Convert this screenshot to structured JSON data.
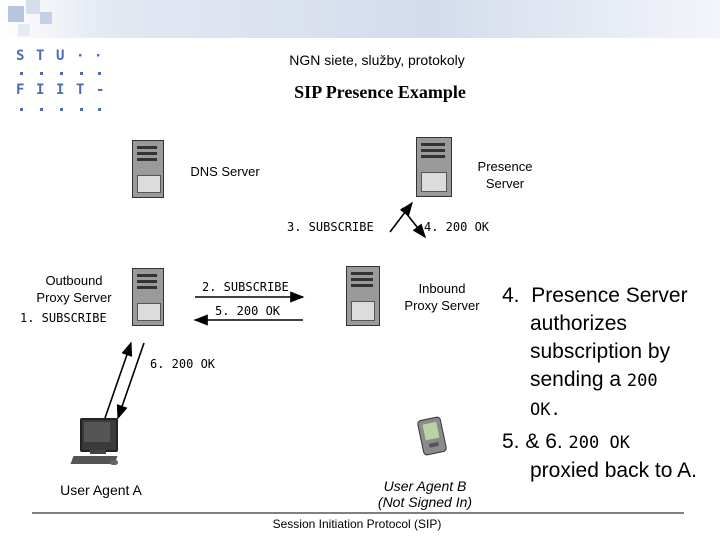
{
  "header": {
    "course_title": "NGN siete, služby, protokoly",
    "slide_title": "SIP Presence Example",
    "logo": {
      "row1": [
        "S",
        "T",
        "U",
        "·",
        "·"
      ],
      "row2": [
        "F",
        "I",
        "I",
        "T",
        "-"
      ]
    }
  },
  "nodes": {
    "dns_server": "DNS Server",
    "presence_server_line1": "Presence",
    "presence_server_line2": "Server",
    "outbound_proxy_line1": "Outbound",
    "outbound_proxy_line2": "Proxy Server",
    "inbound_proxy_line1": "Inbound",
    "inbound_proxy_line2": "Proxy Server",
    "user_agent_a": "User Agent A",
    "user_agent_b_line1": "User Agent B",
    "user_agent_b_line2": "(Not Signed In)"
  },
  "messages": {
    "m1": "1. SUBSCRIBE",
    "m2": "2. SUBSCRIBE",
    "m3": "3. SUBSCRIBE",
    "m4": "4. 200 OK",
    "m5": "5. 200 OK",
    "m6": "6. 200 OK"
  },
  "notes": {
    "n4_number": "4.",
    "n4_line1": "Presence Server",
    "n4_line2": "authorizes",
    "n4_line3": "subscription by",
    "n4_line4a": "sending a",
    "n4_line4b": "200",
    "n4_line5": "OK.",
    "n56_prefix": "5. & 6.",
    "n56_code": "200 OK",
    "n56_line2": "proxied back to A."
  },
  "footer": "Session Initiation Protocol (SIP)",
  "colors": {
    "logo_blue": "#4a6db3",
    "logo_light": "#c9d3e8",
    "header_band": "#dfe5f1"
  }
}
